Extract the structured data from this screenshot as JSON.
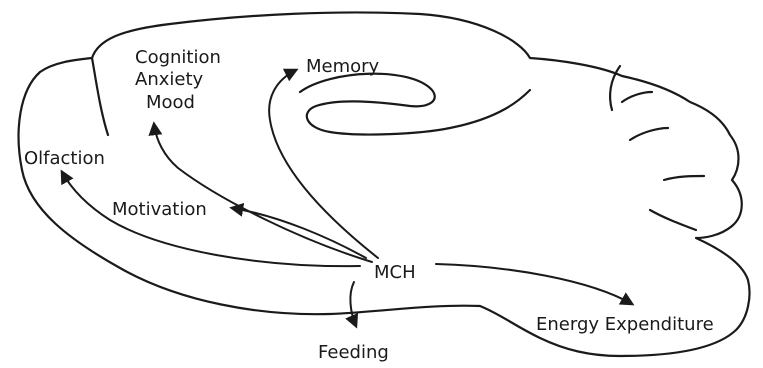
{
  "diagram": {
    "center_label": "MCH",
    "targets": {
      "memory": "Memory",
      "cognition": "Cognition",
      "anxiety": "Anxiety",
      "mood": "Mood",
      "olfaction": "Olfaction",
      "motivation": "Motivation",
      "feeding": "Feeding",
      "energy_expenditure": "Energy Expenditure"
    }
  }
}
